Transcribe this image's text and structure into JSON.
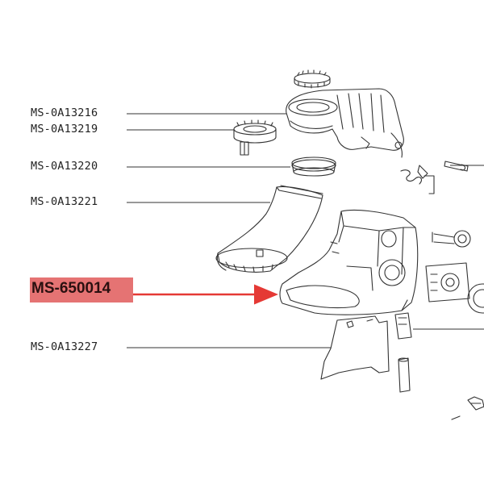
{
  "labels": [
    {
      "id": "l1",
      "code": "MS-0A13216"
    },
    {
      "id": "l2",
      "code": "MS-0A13219"
    },
    {
      "id": "l3",
      "code": "MS-0A13220"
    },
    {
      "id": "l4",
      "code": "MS-0A13221"
    },
    {
      "id": "l6",
      "code": "MS-0A13227"
    }
  ],
  "highlight": {
    "code": "MS-650014",
    "color": "#e57373",
    "arrow_color": "#e53935"
  }
}
